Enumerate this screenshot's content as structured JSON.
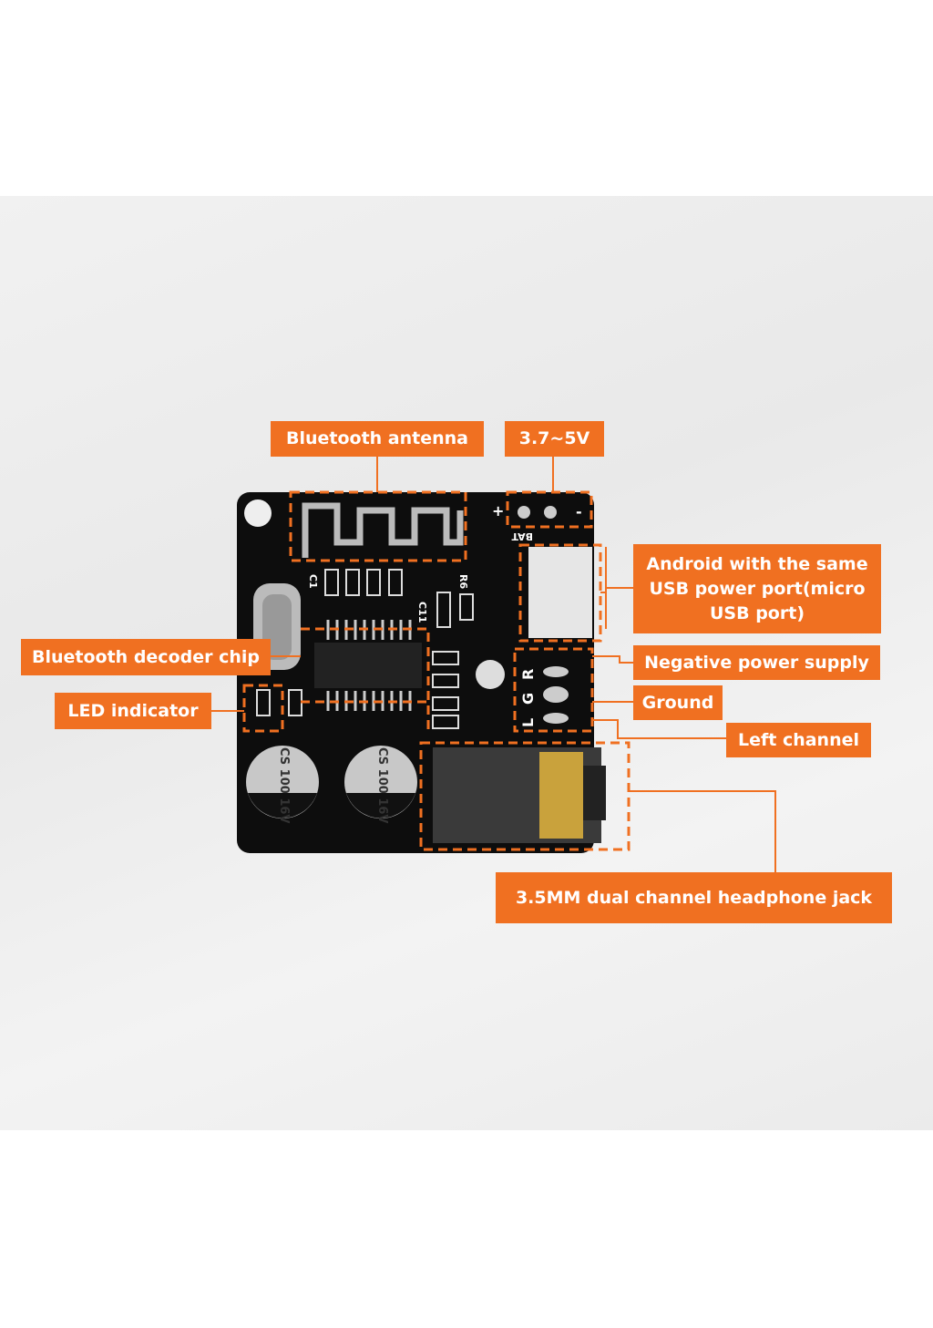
{
  "labels": {
    "antenna": "Bluetooth antenna",
    "voltage": "3.7~5V",
    "usb": [
      "Android with the same",
      "USB power port(micro",
      "USB port)"
    ],
    "negative": "Negative power supply",
    "ground": "Ground",
    "left_channel": "Left channel",
    "decoder": "Bluetooth decoder chip",
    "led": "LED indicator",
    "jack": "3.5MM dual channel headphone jack"
  },
  "silkscreen": {
    "plus": "+",
    "minus": "-",
    "bat": "BAT",
    "cap1": "CS 100 16V",
    "cap2": "CS 100 16V",
    "c1": "C1",
    "r6": "R6",
    "c11": "C11",
    "l": "L",
    "g": "G",
    "r": "R"
  },
  "colors": {
    "accent": "#f07021",
    "board": "#0d0d0d"
  }
}
